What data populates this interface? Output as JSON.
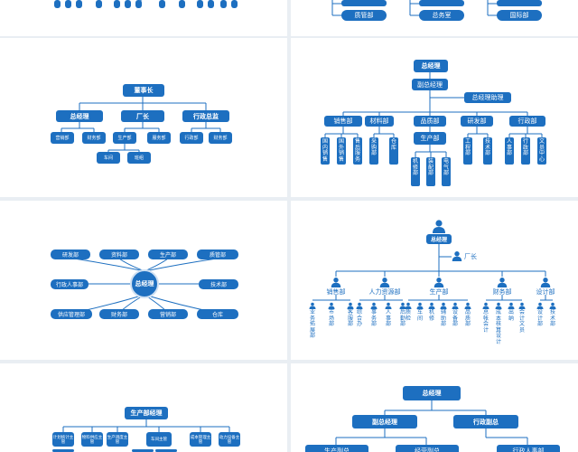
{
  "colors": {
    "accent": "#1d6fc0",
    "line": "#1d6fc0",
    "background": "#e9eef3",
    "panel": "#ffffff"
  },
  "icons": {
    "person": "person-icon"
  },
  "chart1_top": {
    "items": [
      "质管部",
      "总务室",
      "国际部"
    ]
  },
  "chart2": {
    "root": "董事长",
    "level2": [
      "总经理",
      "厂长",
      "行政总监"
    ],
    "level3": [
      "营销部",
      "财务部",
      "生产部",
      "服务部",
      "行政部",
      "财务部"
    ],
    "level4": [
      "车间",
      "班组"
    ]
  },
  "chart3": {
    "root": "总经理",
    "deputy": "副总经理",
    "assistant": "总经理助理",
    "depts": [
      "销售部",
      "材料部",
      "品质部",
      "研发部",
      "行政部"
    ],
    "prod": "生产部",
    "sales": [
      "国内销售",
      "国外销售",
      "售后服务"
    ],
    "material": [
      "采购部",
      "仓库"
    ],
    "rnd": [
      "工程部",
      "技术部"
    ],
    "admin": [
      "人事部",
      "行政部",
      "文员中心"
    ],
    "prodsub": [
      "机修部",
      "装配部",
      "电气部"
    ]
  },
  "chart4": {
    "center": "总经理",
    "nodes": [
      "研发部",
      "资料部",
      "生产部",
      "质管部",
      "行政人事部",
      "技术部",
      "供应管理部",
      "财务部",
      "营销部",
      "仓库"
    ]
  },
  "chart5": {
    "root": "总经理",
    "factory": "厂长",
    "depts": [
      "销售部",
      "人力资源部",
      "生产部",
      "财务部",
      "设计部"
    ],
    "sales": [
      "业务拓展部",
      "市场部",
      "客服部"
    ],
    "hr": [
      "综合办",
      "事务部",
      "人事部",
      "后勤部"
    ],
    "prod": [
      "质检",
      "车间",
      "机修",
      "辅助部",
      "设备部",
      "品质部"
    ],
    "finance": [
      "总帐会计",
      "成本核算设计",
      "出纳",
      "会计文员"
    ],
    "design": [
      "设计部",
      "技术部"
    ]
  },
  "chart6": {
    "root": "生产部经理",
    "items": [
      "计划统计主管",
      "物料供应主管",
      "生产调度主管",
      "车间主管",
      "成本管理主管",
      "动力设备主管"
    ]
  },
  "chart7": {
    "root": "总经理",
    "level2": [
      "副总经理",
      "行政副总"
    ],
    "level3": [
      "生产副总",
      "经营副总",
      "行政人事部"
    ]
  }
}
